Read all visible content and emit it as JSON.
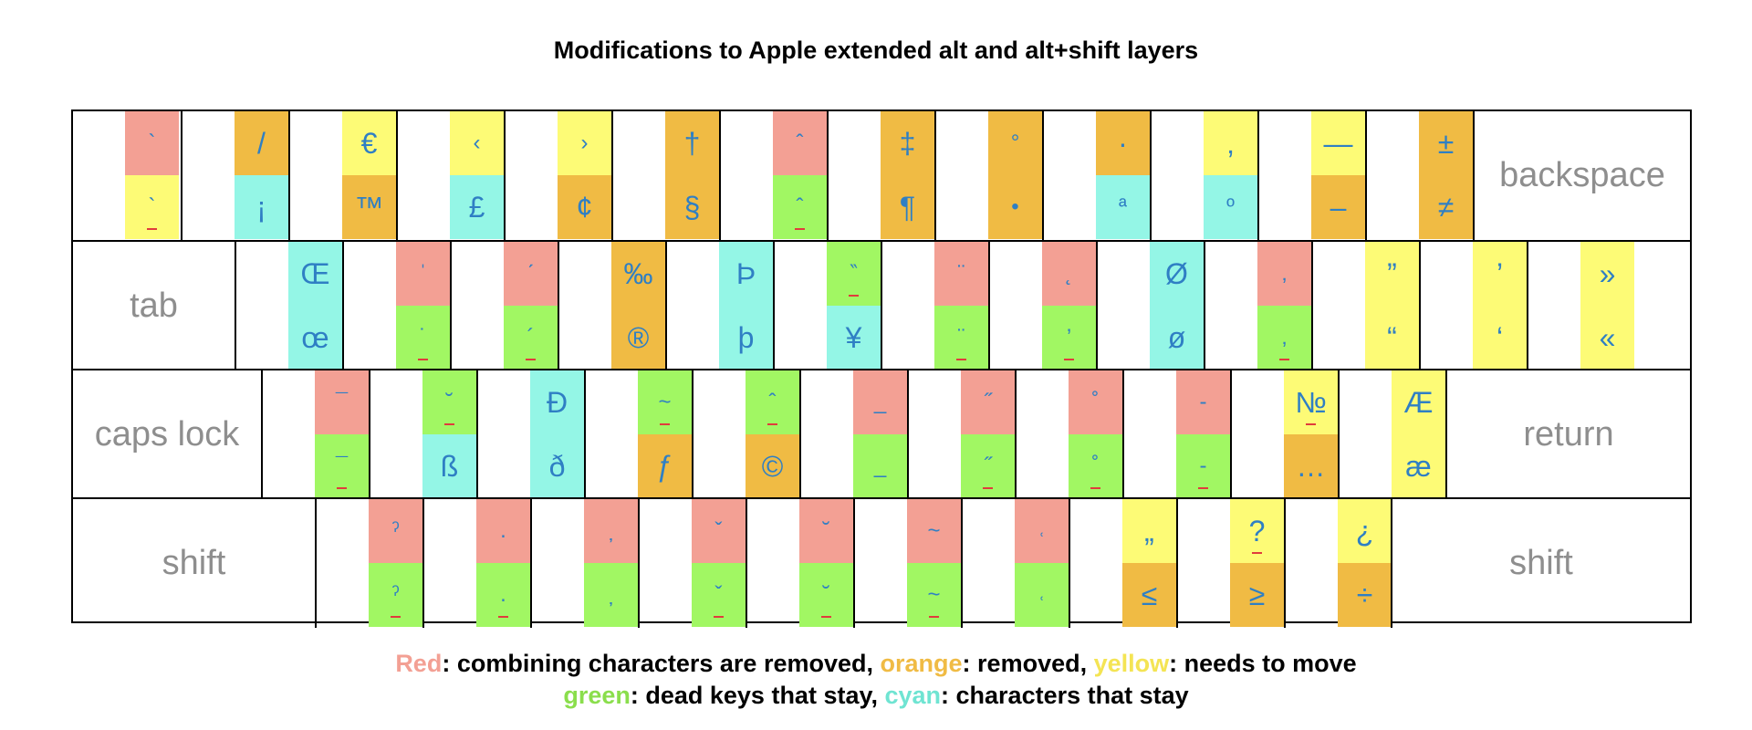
{
  "title": "Modifications to Apple extended alt and alt+shift layers",
  "keyboard": {
    "rows": [
      {
        "keys": [
          {
            "top": {
              "char": "`",
              "color": "red",
              "small": true
            },
            "bottom": {
              "char": "`",
              "color": "yellow",
              "small": true,
              "underline": true
            }
          },
          {
            "top": {
              "char": "/",
              "color": "orange"
            },
            "bottom": {
              "char": "¡",
              "color": "cyan"
            }
          },
          {
            "top": {
              "char": "€",
              "color": "yellow"
            },
            "bottom": {
              "char": "™",
              "color": "orange"
            }
          },
          {
            "top": {
              "char": "‹",
              "color": "yellow",
              "small": true
            },
            "bottom": {
              "char": "£",
              "color": "cyan"
            }
          },
          {
            "top": {
              "char": "›",
              "color": "yellow",
              "small": true
            },
            "bottom": {
              "char": "¢",
              "color": "orange"
            }
          },
          {
            "top": {
              "char": "†",
              "color": "orange"
            },
            "bottom": {
              "char": "§",
              "color": "orange"
            }
          },
          {
            "top": {
              "char": "ˆ",
              "color": "red",
              "small": true
            },
            "bottom": {
              "char": "ˆ",
              "color": "green",
              "small": true,
              "underline": true
            }
          },
          {
            "top": {
              "char": "‡",
              "color": "orange"
            },
            "bottom": {
              "char": "¶",
              "color": "orange"
            }
          },
          {
            "top": {
              "char": "°",
              "color": "orange",
              "small": true
            },
            "bottom": {
              "char": "•",
              "color": "orange",
              "small": true
            }
          },
          {
            "top": {
              "char": "·",
              "color": "orange"
            },
            "bottom": {
              "char": "ª",
              "color": "cyan",
              "small": true
            }
          },
          {
            "top": {
              "char": "‚",
              "color": "yellow"
            },
            "bottom": {
              "char": "º",
              "color": "cyan",
              "small": true
            }
          },
          {
            "top": {
              "char": "—",
              "color": "yellow"
            },
            "bottom": {
              "char": "–",
              "color": "orange"
            }
          },
          {
            "top": {
              "char": "±",
              "color": "orange"
            },
            "bottom": {
              "char": "≠",
              "color": "orange"
            }
          }
        ],
        "label": "backspace"
      },
      {
        "label": "tab",
        "keys": [
          {
            "top": {
              "char": "Œ",
              "color": "cyan"
            },
            "bottom": {
              "char": "œ",
              "color": "cyan"
            }
          },
          {
            "top": {
              "char": "ˈ",
              "color": "red",
              "small": true
            },
            "bottom": {
              "char": "˙",
              "color": "green",
              "small": true,
              "underline": true
            }
          },
          {
            "top": {
              "char": "ˊ",
              "color": "red",
              "small": true
            },
            "bottom": {
              "char": "´",
              "color": "green",
              "small": true,
              "underline": true
            }
          },
          {
            "top": {
              "char": "‰",
              "color": "orange"
            },
            "bottom": {
              "char": "®",
              "color": "orange"
            }
          },
          {
            "top": {
              "char": "Þ",
              "color": "cyan"
            },
            "bottom": {
              "char": "þ",
              "color": "cyan"
            }
          },
          {
            "top": {
              "char": "‶",
              "color": "green",
              "small": true,
              "underline": true
            },
            "bottom": {
              "char": "¥",
              "color": "cyan"
            }
          },
          {
            "top": {
              "char": "¨",
              "color": "red",
              "small": true
            },
            "bottom": {
              "char": "¨",
              "color": "green",
              "small": true,
              "underline": true
            }
          },
          {
            "top": {
              "char": "˛",
              "color": "red",
              "small": true
            },
            "bottom": {
              "char": "’",
              "color": "green",
              "small": true,
              "underline": true
            }
          },
          {
            "top": {
              "char": "Ø",
              "color": "cyan"
            },
            "bottom": {
              "char": "ø",
              "color": "cyan"
            }
          },
          {
            "top": {
              "char": "‚",
              "color": "red",
              "small": true
            },
            "bottom": {
              "char": "‚",
              "color": "green",
              "small": true,
              "underline": true
            }
          },
          {
            "top": {
              "char": "”",
              "color": "yellow"
            },
            "bottom": {
              "char": "“",
              "color": "yellow"
            }
          },
          {
            "top": {
              "char": "’",
              "color": "yellow"
            },
            "bottom": {
              "char": "‘",
              "color": "yellow"
            }
          },
          {
            "top": {
              "char": "»",
              "color": "yellow"
            },
            "bottom": {
              "char": "«",
              "color": "yellow"
            }
          }
        ]
      },
      {
        "label": "caps lock",
        "keys": [
          {
            "top": {
              "char": "¯",
              "color": "red",
              "small": true
            },
            "bottom": {
              "char": "¯",
              "color": "green",
              "small": true,
              "underline": true
            }
          },
          {
            "top": {
              "char": "˘",
              "color": "green",
              "small": true,
              "underline": true
            },
            "bottom": {
              "char": "ß",
              "color": "cyan"
            }
          },
          {
            "top": {
              "char": "Đ",
              "color": "cyan"
            },
            "bottom": {
              "char": "ð",
              "color": "cyan"
            }
          },
          {
            "top": {
              "char": "~",
              "color": "green",
              "small": true,
              "underline": true
            },
            "bottom": {
              "char": "ƒ",
              "color": "orange"
            }
          },
          {
            "top": {
              "char": "ˆ",
              "color": "green",
              "small": true,
              "underline": true
            },
            "bottom": {
              "char": "©",
              "color": "orange"
            }
          },
          {
            "top": {
              "char": "_",
              "color": "red",
              "small": true
            },
            "bottom": {
              "char": "_",
              "color": "green",
              "small": true
            }
          },
          {
            "top": {
              "char": "˝",
              "color": "red",
              "small": true
            },
            "bottom": {
              "char": "˝",
              "color": "green",
              "small": true,
              "underline": true
            }
          },
          {
            "top": {
              "char": "˚",
              "color": "red",
              "small": true
            },
            "bottom": {
              "char": "˚",
              "color": "green",
              "small": true,
              "underline": true
            }
          },
          {
            "top": {
              "char": "-",
              "color": "red",
              "small": true
            },
            "bottom": {
              "char": "-",
              "color": "green",
              "small": true,
              "underline": true
            }
          },
          {
            "top": {
              "char": "№",
              "color": "yellow",
              "underline": true
            },
            "bottom": {
              "char": "…",
              "color": "orange"
            }
          },
          {
            "top": {
              "char": "Æ",
              "color": "yellow"
            },
            "bottom": {
              "char": "æ",
              "color": "yellow"
            }
          }
        ],
        "label_right": "return"
      },
      {
        "label": "shift",
        "keys": [
          {
            "top": {
              "char": "ˀ",
              "color": "red",
              "small": true
            },
            "bottom": {
              "char": "ˀ",
              "color": "green",
              "small": true,
              "underline": true
            }
          },
          {
            "top": {
              "char": ".",
              "color": "red",
              "small": true
            },
            "bottom": {
              "char": ".",
              "color": "green",
              "small": true,
              "underline": true
            }
          },
          {
            "top": {
              "char": "̦",
              "color": "red",
              "small": true
            },
            "bottom": {
              "char": "̦",
              "color": "green",
              "small": true
            }
          },
          {
            "top": {
              "char": "ˇ",
              "color": "red",
              "small": true
            },
            "bottom": {
              "char": "ˇ",
              "color": "green",
              "small": true,
              "underline": true
            }
          },
          {
            "top": {
              "char": "˘",
              "color": "red",
              "small": true
            },
            "bottom": {
              "char": "˘",
              "color": "green",
              "small": true,
              "underline": true
            }
          },
          {
            "top": {
              "char": "~",
              "color": "red",
              "small": true
            },
            "bottom": {
              "char": "~",
              "color": "green",
              "small": true,
              "underline": true
            }
          },
          {
            "top": {
              "char": "˓",
              "color": "red",
              "small": true
            },
            "bottom": {
              "char": "˓",
              "color": "green",
              "small": true
            }
          },
          {
            "top": {
              "char": "„",
              "color": "yellow"
            },
            "bottom": {
              "char": "≤",
              "color": "orange"
            }
          },
          {
            "top": {
              "char": "?",
              "color": "yellow",
              "underline": true
            },
            "bottom": {
              "char": "≥",
              "color": "orange"
            }
          },
          {
            "top": {
              "char": "¿",
              "color": "yellow"
            },
            "bottom": {
              "char": "÷",
              "color": "orange"
            }
          }
        ],
        "label_right": "shift"
      }
    ]
  },
  "legend": {
    "line1": [
      {
        "text": "Red",
        "color": "red"
      },
      {
        "text": ": combining characters are removed, ",
        "color": "black"
      },
      {
        "text": "orange",
        "color": "orange"
      },
      {
        "text": ": removed, ",
        "color": "black"
      },
      {
        "text": "yellow",
        "color": "yellow"
      },
      {
        "text": ": needs to move",
        "color": "black"
      }
    ],
    "line2": [
      {
        "text": "green",
        "color": "green"
      },
      {
        "text": ": dead keys that stay, ",
        "color": "black"
      },
      {
        "text": "cyan",
        "color": "cyan"
      },
      {
        "text": ": characters that stay",
        "color": "black"
      }
    ]
  }
}
